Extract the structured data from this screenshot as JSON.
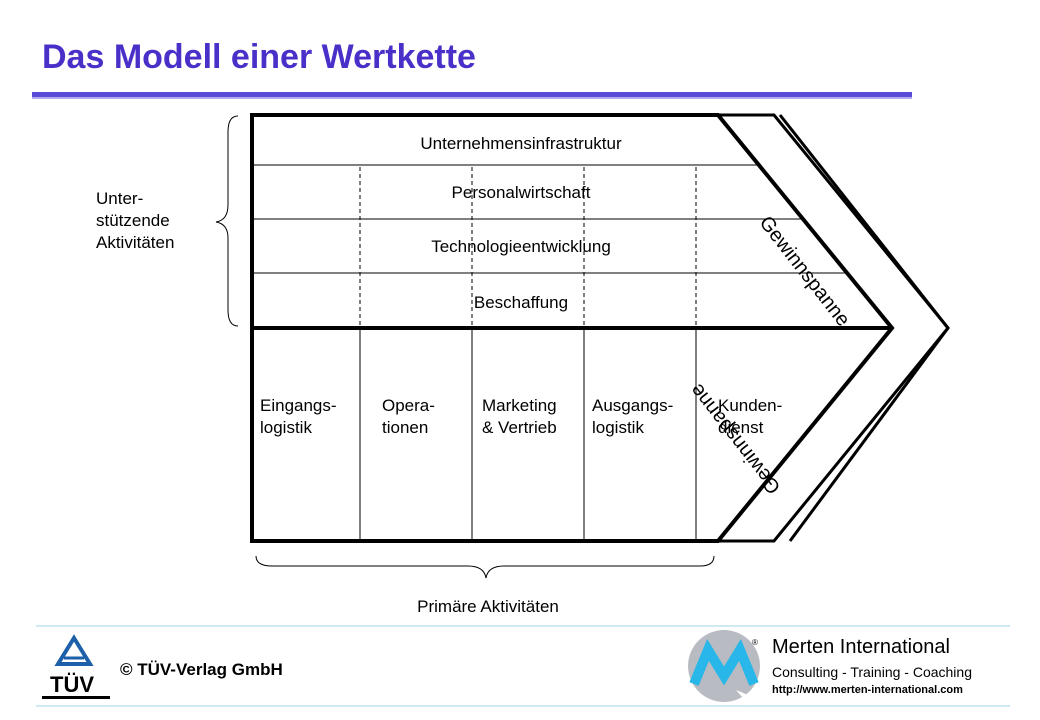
{
  "title": "Das Modell einer Wertkette",
  "support": {
    "label_lines": [
      "Unter-",
      "stützende",
      "Aktivitäten"
    ],
    "rows": [
      "Unternehmensinfrastruktur",
      "Personalwirtschaft",
      "Technologieentwicklung",
      "Beschaffung"
    ]
  },
  "primary": {
    "label": "Primäre Aktivitäten",
    "columns": [
      {
        "line1": "Eingangs-",
        "line2": "logistik"
      },
      {
        "line1": "Opera-",
        "line2": "tionen"
      },
      {
        "line1": "Marketing",
        "line2": "& Vertrieb"
      },
      {
        "line1": "Ausgangs-",
        "line2": "logistik"
      },
      {
        "line1": "Kunden-",
        "line2": "dienst"
      }
    ]
  },
  "margin_label_top": "Gewinnspanne",
  "margin_label_bottom": "Gewinnspanne",
  "footer": {
    "copyright": "© TÜV-Verlag GmbH",
    "tuv_logo_text": "TÜV",
    "company": "Merten International",
    "tagline": "Consulting - Training - Coaching",
    "url": "http://www.merten-international.com",
    "reg_mark": "®"
  },
  "colors": {
    "title": "#4b2fc9",
    "rule": "#5a4bd6",
    "footer_line": "#9fd3e6",
    "logo_m": "#29b6e8",
    "logo_circle": "#b8bcc2"
  }
}
